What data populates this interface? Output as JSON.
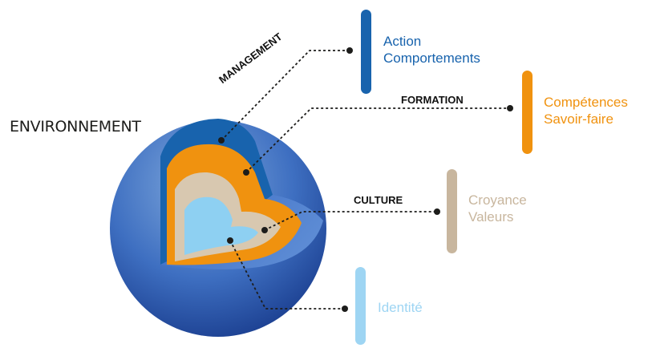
{
  "environment_label": "ENVIRONNEMENT",
  "layers": {
    "management": {
      "label": "MANAGEMENT",
      "lines": [
        "Action",
        "Comportements"
      ],
      "color": "#1863ad"
    },
    "formation": {
      "label": "FORMATION",
      "lines": [
        "Compétences",
        "Savoir-faire"
      ],
      "color": "#f0920f"
    },
    "culture": {
      "label": "CULTURE",
      "lines": [
        "Croyance",
        "Valeurs"
      ],
      "color": "#c8b69e"
    },
    "identite": {
      "lines": [
        "Identité"
      ],
      "color": "#9ed5f3"
    }
  },
  "sphere_colors": {
    "outer_light": "#7fa8dc",
    "outer_mid": "#3e6fc1",
    "outer_dark": "#17398a",
    "beige": "#d8c8b0",
    "core": "#8ed0f2"
  },
  "leader_color": "#1d1d1b"
}
